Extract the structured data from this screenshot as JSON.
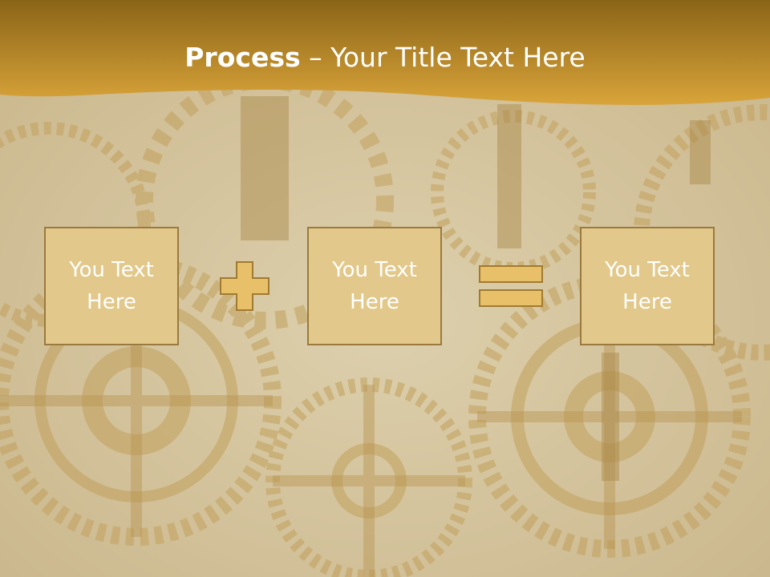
{
  "slide": {
    "title_bold": "Process",
    "title_dash": " – ",
    "title_rest": "Your Title Text Here"
  },
  "boxes": [
    {
      "text": "You Text Here"
    },
    {
      "text": "You Text Here"
    },
    {
      "text": "You Text Here"
    }
  ],
  "operators": [
    "plus-icon",
    "equals-icon"
  ],
  "colors": {
    "banner_top": "#8a6417",
    "banner_bottom": "#d9a43a",
    "box_fill": "#e2c88a",
    "box_border": "#9a7a3e",
    "operator_fill": "#e8c06a",
    "operator_border": "#a07a30",
    "text": "#ffffff"
  }
}
